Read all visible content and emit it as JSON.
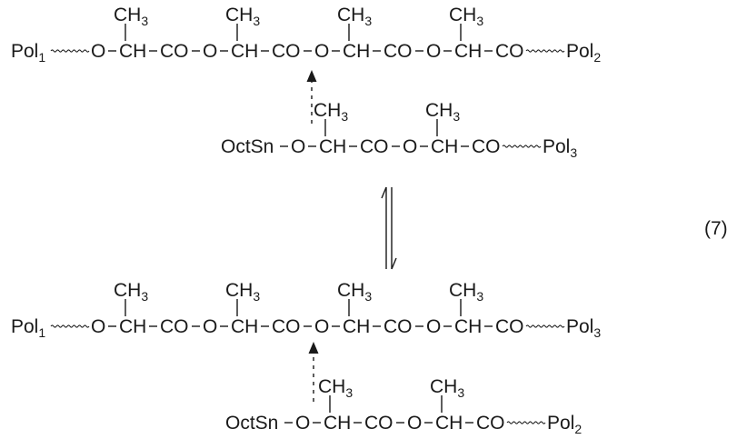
{
  "equation_number": "(7)",
  "chains": [
    {
      "name": "chain-top-main",
      "left_end": {
        "text": "Pol",
        "sub": "1"
      },
      "atoms": [
        "O",
        "CH",
        "CO",
        "O",
        "CH",
        "CO",
        "O",
        "CH",
        "CO",
        "O",
        "CH",
        "CO"
      ],
      "substituent": {
        "text": "CH",
        "sub": "3"
      },
      "right_end": {
        "text": "Pol",
        "sub": "2"
      }
    },
    {
      "name": "chain-top-attack",
      "left_end": {
        "text": "OctSn",
        "sub": ""
      },
      "atoms": [
        "O",
        "CH",
        "CO",
        "O",
        "CH",
        "CO"
      ],
      "substituent": {
        "text": "CH",
        "sub": "3"
      },
      "right_end": {
        "text": "Pol",
        "sub": "3"
      }
    },
    {
      "name": "chain-bottom-main",
      "left_end": {
        "text": "Pol",
        "sub": "1"
      },
      "atoms": [
        "O",
        "CH",
        "CO",
        "O",
        "CH",
        "CO",
        "O",
        "CH",
        "CO",
        "O",
        "CH",
        "CO"
      ],
      "substituent": {
        "text": "CH",
        "sub": "3"
      },
      "right_end": {
        "text": "Pol",
        "sub": "3"
      }
    },
    {
      "name": "chain-bottom-attack",
      "left_end": {
        "text": "OctSn",
        "sub": ""
      },
      "atoms": [
        "O",
        "CH",
        "CO",
        "O",
        "CH",
        "CO"
      ],
      "substituent": {
        "text": "CH",
        "sub": "3"
      },
      "right_end": {
        "text": "Pol",
        "sub": "2"
      }
    }
  ],
  "arrows": [
    "attack-arrow-top",
    "attack-arrow-bottom"
  ],
  "equilibrium": "equilibrium-arrows"
}
